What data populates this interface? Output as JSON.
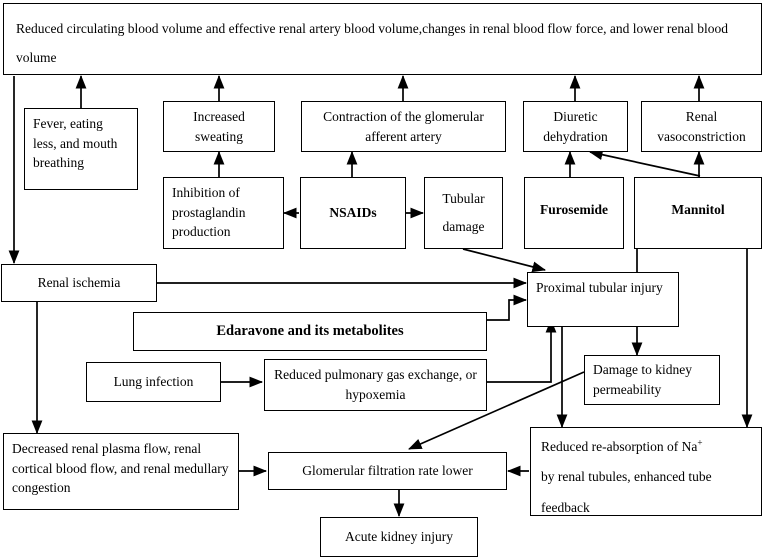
{
  "diagram": {
    "title_box": "Reduced circulating blood volume and effective renal artery blood volume,changes in renal blood flow force, and lower renal blood volume",
    "nodes": {
      "fever": "Fever, eating less, and mouth breathing",
      "increased_sweating": "Increased sweating",
      "contraction": "Contraction of the glomerular afferent artery",
      "diuretic": "Diuretic dehydration",
      "vasoconstriction": "Renal vasoconstriction",
      "inhibition": "Inhibition of prostaglandin production",
      "nsaids": "NSAIDs",
      "tubular_damage_line1": "Tubular",
      "tubular_damage_line2": "damage",
      "furosemide": "Furosemide",
      "mannitol": "Mannitol",
      "renal_ischemia": "Renal ischemia",
      "proximal": "Proximal tubular injury",
      "edaravone": "Edaravone and its metabolites",
      "lung_infection": "Lung infection",
      "reduced_pulmonary": "Reduced pulmonary gas exchange, or hypoxemia",
      "damage_permeability": "Damage to kidney permeability",
      "decreased_flow": "Decreased renal plasma flow, renal cortical blood flow, and renal medullary congestion",
      "gfr_lower": "Glomerular filtration rate lower",
      "reduced_reabsorption_line1": "Reduced re-absorption of Na",
      "reduced_reabsorption_sup": "+",
      "reduced_reabsorption_line2": "by renal tubules, enhanced tube",
      "reduced_reabsorption_line3": "feedback",
      "acute_kidney_injury": "Acute kidney injury"
    },
    "colors": {
      "stroke": "#000000",
      "background": "#ffffff",
      "text": "#000000"
    },
    "edges": [
      {
        "from": "fever",
        "to": "title_box",
        "style": "arrow-up"
      },
      {
        "from": "increased_sweating",
        "to": "title_box",
        "style": "arrow-up"
      },
      {
        "from": "contraction",
        "to": "title_box",
        "style": "arrow-up"
      },
      {
        "from": "diuretic",
        "to": "title_box",
        "style": "arrow-up"
      },
      {
        "from": "vasoconstriction",
        "to": "title_box",
        "style": "arrow-up"
      },
      {
        "from": "inhibition",
        "to": "increased_sweating",
        "style": "arrow-up"
      },
      {
        "from": "nsaids",
        "to": "inhibition",
        "style": "arrow-left"
      },
      {
        "from": "nsaids",
        "to": "contraction",
        "style": "arrow-up"
      },
      {
        "from": "nsaids",
        "to": "tubular_damage",
        "style": "arrow-right"
      },
      {
        "from": "furosemide",
        "to": "diuretic",
        "style": "arrow-up"
      },
      {
        "from": "mannitol",
        "to": "vasoconstriction",
        "style": "arrow-up"
      },
      {
        "from": "mannitol",
        "to": "diuretic",
        "style": "arrow-diagonal"
      },
      {
        "from": "tubular_damage",
        "to": "proximal",
        "style": "arrow-diagonal"
      },
      {
        "from": "title_box",
        "to": "renal_ischemia",
        "style": "arrow-down"
      },
      {
        "from": "renal_ischemia",
        "to": "proximal",
        "style": "arrow-right"
      },
      {
        "from": "renal_ischemia",
        "to": "decreased_flow",
        "style": "arrow-down"
      },
      {
        "from": "edaravone",
        "to": "proximal",
        "style": "arrow-right"
      },
      {
        "from": "lung_infection",
        "to": "reduced_pulmonary",
        "style": "arrow-right"
      },
      {
        "from": "reduced_pulmonary",
        "to": "proximal",
        "style": "arrow-up"
      },
      {
        "from": "furosemide",
        "to": "damage_permeability",
        "style": "arrow-down"
      },
      {
        "from": "mannitol",
        "to": "reduced_reabsorption",
        "style": "arrow-down"
      },
      {
        "from": "proximal",
        "to": "reduced_reabsorption",
        "style": "arrow-down"
      },
      {
        "from": "damage_permeability",
        "to": "gfr_lower",
        "style": "arrow-diagonal"
      },
      {
        "from": "decreased_flow",
        "to": "gfr_lower",
        "style": "arrow-right"
      },
      {
        "from": "reduced_reabsorption",
        "to": "gfr_lower",
        "style": "arrow-left"
      },
      {
        "from": "gfr_lower",
        "to": "acute_kidney_injury",
        "style": "arrow-down"
      }
    ]
  }
}
